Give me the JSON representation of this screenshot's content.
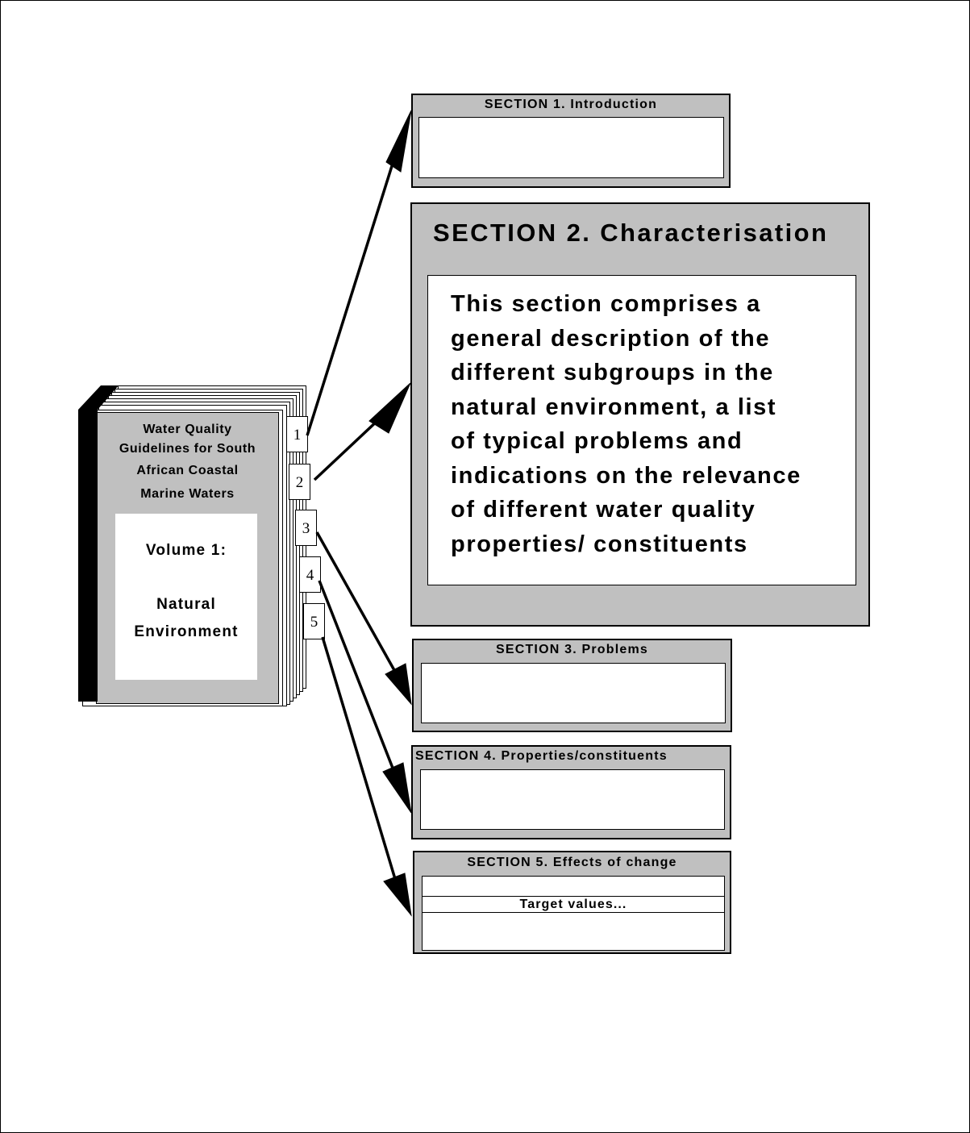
{
  "book": {
    "title_lines": [
      "Water Quality",
      "Guidelines for South",
      "African Coastal",
      "Marine Waters"
    ],
    "volume": "Volume 1:",
    "subtitle_lines": [
      "Natural",
      "Environment"
    ],
    "tabs": [
      "1",
      "2",
      "3",
      "4",
      "5"
    ]
  },
  "sections": {
    "s1": {
      "title": "SECTION  1.  Introduction"
    },
    "s2": {
      "title": "SECTION  2.  Characterisation",
      "description_lines": [
        "This  section  comprises  a",
        "general  description of  the",
        "different  subgroups in  the",
        "natural environment,  a list",
        "of  typical   problems   and",
        "indications on the relevance",
        "of   different  water  quality",
        "properties/ constituents"
      ]
    },
    "s3": {
      "title": "SECTION  3.  Problems"
    },
    "s4": {
      "title": "SECTION  4.  Properties/constituents"
    },
    "s5": {
      "title": "SECTION  5.  Effects of change",
      "row_label": "Target values..."
    }
  }
}
